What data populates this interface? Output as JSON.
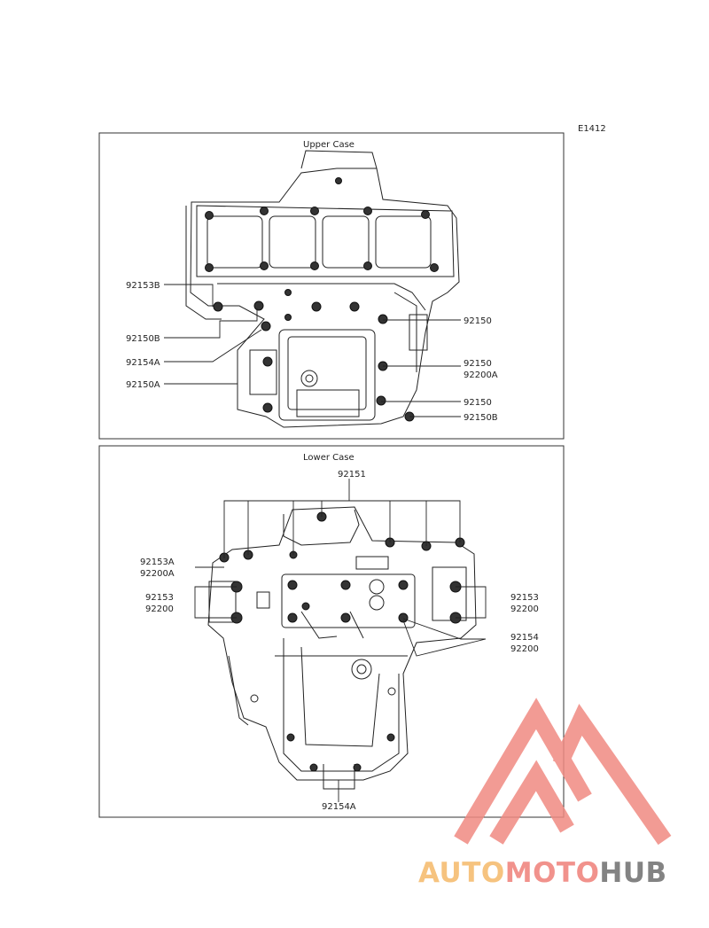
{
  "diagram_code": "E1412",
  "panels": {
    "upper": {
      "title": "Upper Case"
    },
    "lower": {
      "title": "Lower Case"
    }
  },
  "callouts": {
    "upper": {
      "p_92153B": "92153B",
      "p_92150B_left": "92150B",
      "p_92154A": "92154A",
      "p_92150A": "92150A",
      "p_92150_top": "92150",
      "p_92150_mid": "92150",
      "p_92200A_mid": "92200A",
      "p_92150_low": "92150",
      "p_92150B_right": "92150B"
    },
    "lower": {
      "p_92151": "92151",
      "p_92153A": "92153A",
      "p_92200A": "92200A",
      "p_92153_left": "92153",
      "p_92200_left": "92200",
      "p_92153_right": "92153",
      "p_92200_right": "92200",
      "p_92154": "92154",
      "p_92200_right2": "92200",
      "p_92154A": "92154A"
    }
  },
  "watermark": {
    "part1": "AUTO",
    "part2": "MOTO",
    "part3": "HUB",
    "color_logo": "#f08a82",
    "color_auto": "#f5b969",
    "color_moto": "#ef7f78",
    "color_hub": "#6e6e6e"
  }
}
